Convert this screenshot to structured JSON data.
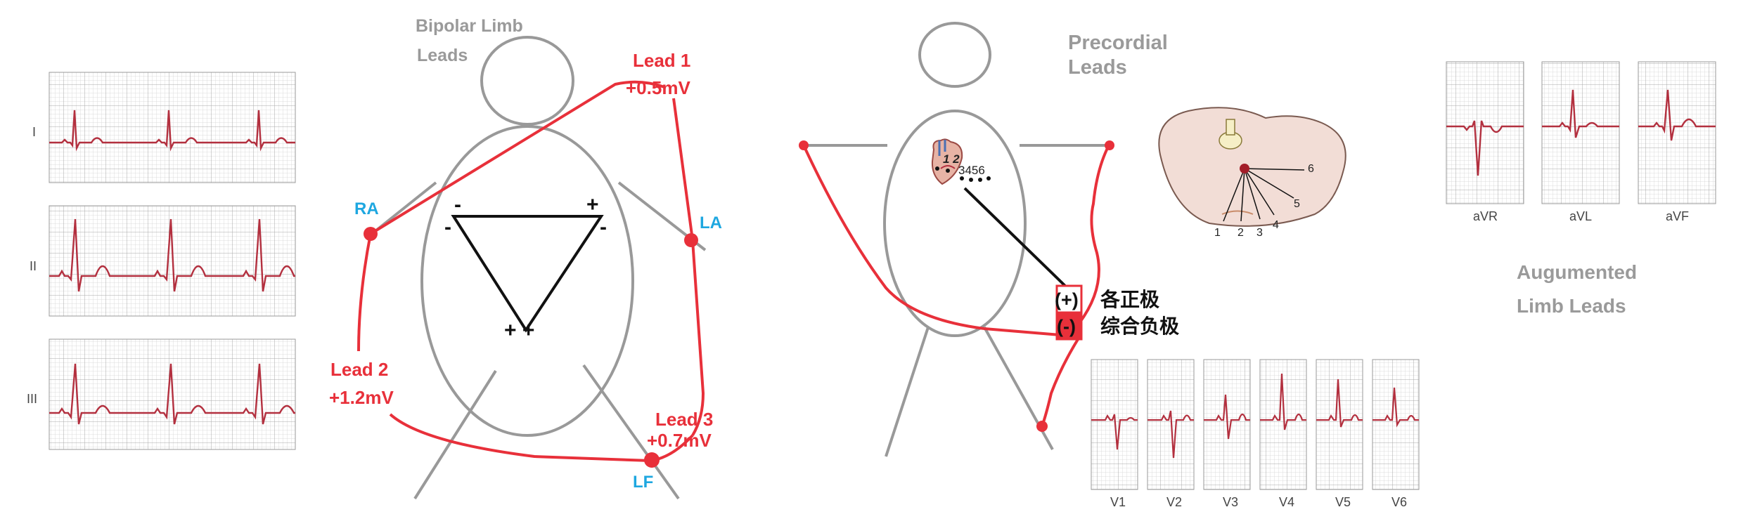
{
  "bipolar": {
    "title_line1": "Bipolar Limb",
    "title_line2": "Leads",
    "lead1_name": "Lead 1",
    "lead1_value": "+0.5mV",
    "lead2_name": "Lead  2",
    "lead2_value": "+1.2mV",
    "lead3_name": "Lead 3",
    "lead3_value": "+0.7mV",
    "ra": "RA",
    "la": "LA",
    "lf": "LF",
    "minus": "-",
    "plus": "+",
    "plus_pair": "+ +"
  },
  "limb_strips": {
    "labels": [
      "I",
      "II",
      "III"
    ]
  },
  "precordial": {
    "title_line1": "Precordial",
    "title_line2": "Leads",
    "positive_symbol": "(+)",
    "negative_symbol": "(-)",
    "positive_text": "各正极",
    "negative_text": "综合负极",
    "chest_numbers_left": "1 2",
    "chest_numbers_right": "3456",
    "section_numbers": [
      "1",
      "2",
      "3",
      "4",
      "5",
      "6"
    ],
    "v_labels": [
      "V1",
      "V2",
      "V3",
      "V4",
      "V5",
      "V6"
    ]
  },
  "augmented": {
    "title_line1": "Augumented",
    "title_line2": "Limb Leads",
    "labels": [
      "aVR",
      "aVL",
      "aVF"
    ]
  },
  "colors": {
    "red": "#e8303a",
    "blue": "#1ea7e0",
    "gray_body": "#9a9a9a",
    "ecg_line": "#b3303f",
    "grid": "#cfcfcf"
  }
}
